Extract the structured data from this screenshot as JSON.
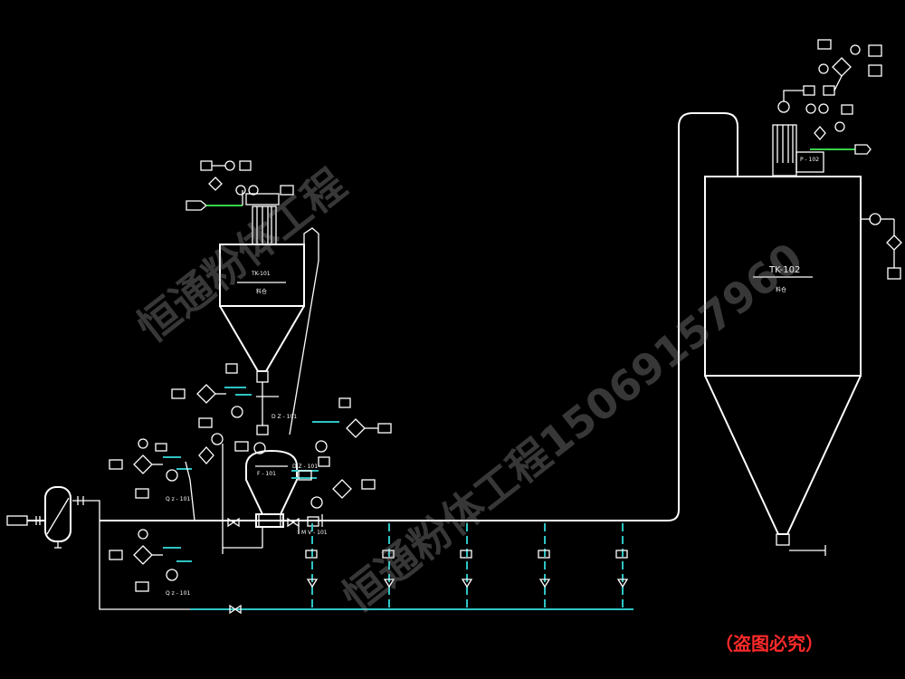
{
  "tanks": {
    "tk101": {
      "tag": "TK-101",
      "name": "料仓"
    },
    "tk102": {
      "tag": "TK-102",
      "name": "料仓"
    }
  },
  "watermark": {
    "line1": "恒通粉体工程",
    "line2": "恒通粉体工程15069157960"
  },
  "stamp": "（盗图必究）",
  "colors": {
    "background": "#000000",
    "line": "#ffffff",
    "instrument_air": "#2ec4c4",
    "valve_signal": "#39d24a",
    "stamp": "#ff2a2a"
  }
}
